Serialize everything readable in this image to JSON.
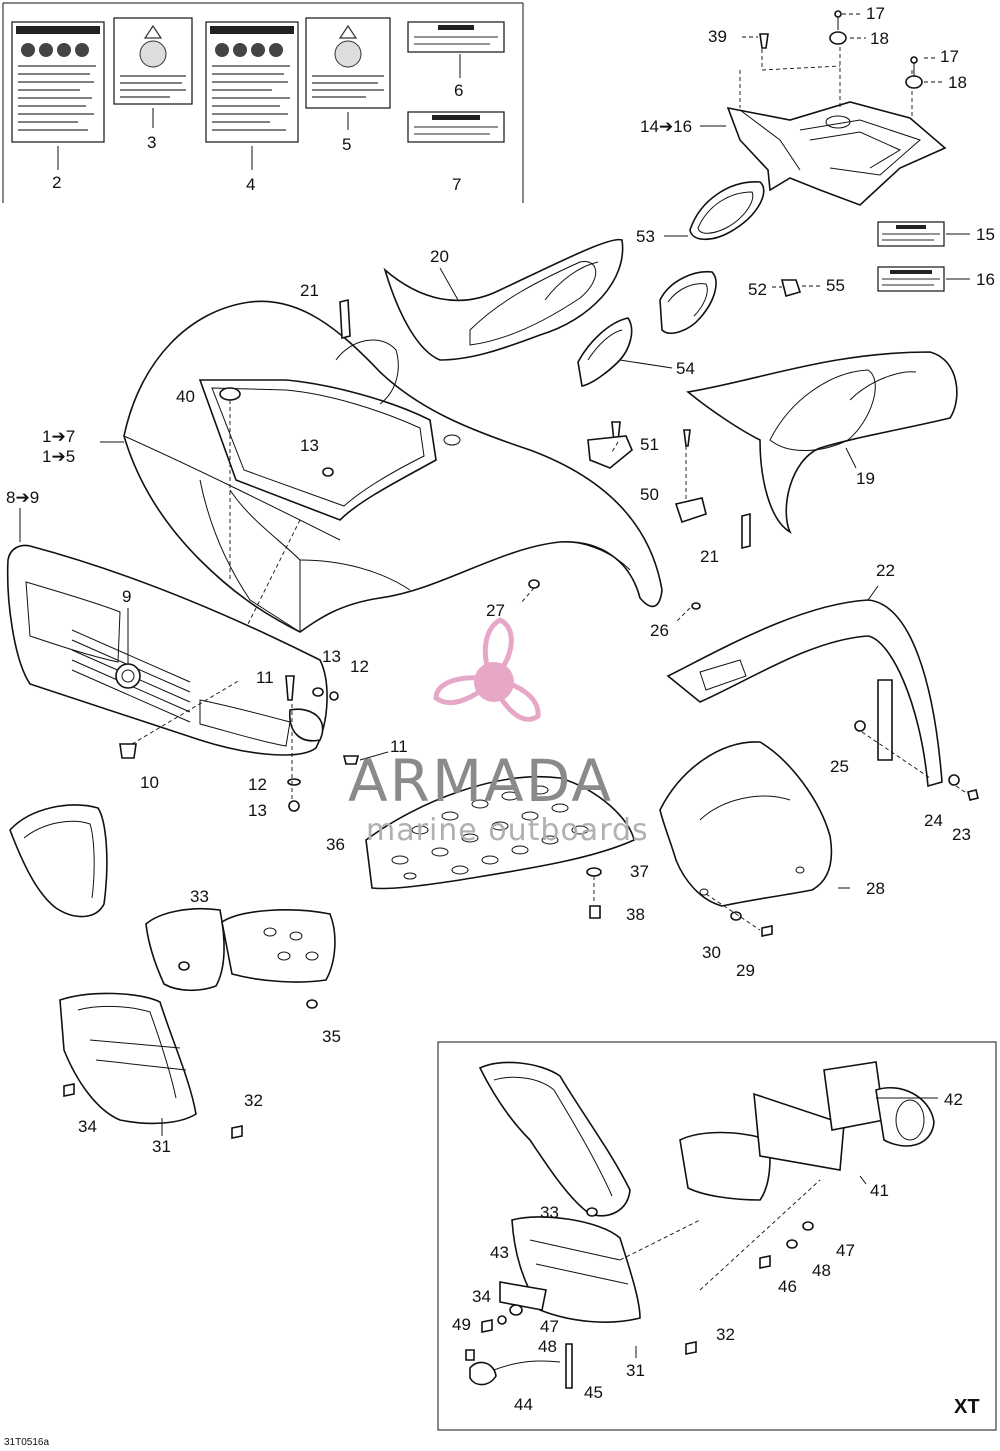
{
  "diagram": {
    "frame_label": "XT",
    "code_label": "31T0516a",
    "watermark": {
      "brand": "ARMADA",
      "tagline": "marine outboards",
      "logo_color": "#e7a7c7",
      "text_color": "#8a8a8a"
    },
    "callouts": {
      "c2": "2",
      "c3": "3",
      "c4": "4",
      "c5": "5",
      "c6": "6",
      "c7": "7",
      "c17a": "17",
      "c18a": "18",
      "c39": "39",
      "c17b": "17",
      "c18b": "18",
      "c14_16": "14➔16",
      "c15": "15",
      "c16": "16",
      "c53": "53",
      "c20": "20",
      "c52": "52",
      "c55": "55",
      "c21a": "21",
      "c54": "54",
      "c40": "40",
      "c1_7": "1➔7",
      "c1_5": "1➔5",
      "c13a": "13",
      "c51": "51",
      "c19": "19",
      "c8_9": "8➔9",
      "c50": "50",
      "c21b": "21",
      "c22": "22",
      "c9": "9",
      "c27": "27",
      "c26": "26",
      "c11a": "11",
      "c13b": "13",
      "c12a": "12",
      "c10": "10",
      "c11b": "11",
      "c12b": "12",
      "c25": "25",
      "c13c": "13",
      "c24": "24",
      "c23": "23",
      "c36": "36",
      "c37": "37",
      "c28": "28",
      "c33a": "33",
      "c38": "38",
      "c30": "30",
      "c29": "29",
      "c35": "35",
      "c32a": "32",
      "c34a": "34",
      "c31a": "31",
      "c42": "42",
      "c41": "41",
      "c33b": "33",
      "c43": "43",
      "c47a": "47",
      "c48a": "48",
      "c46": "46",
      "c34b": "34",
      "c47b": "47",
      "c48b": "48",
      "c49": "49",
      "c32b": "32",
      "c31b": "31",
      "c44": "44",
      "c45": "45"
    }
  }
}
